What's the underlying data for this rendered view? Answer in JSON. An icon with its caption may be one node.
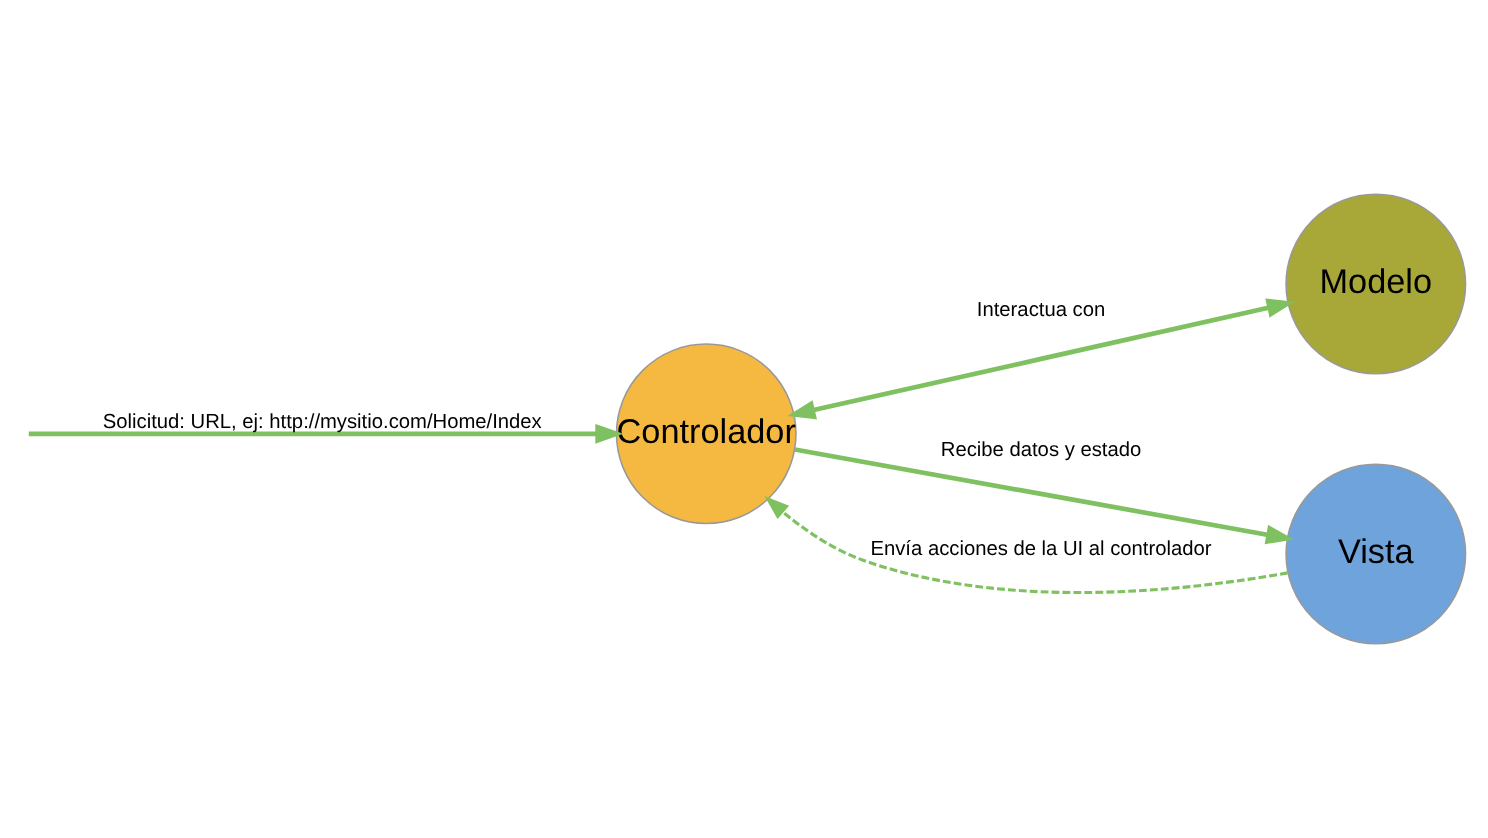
{
  "diagram": {
    "nodes": [
      {
        "text": [
          "Controlador"
        ]
      },
      {
        "text": [
          "Modelo"
        ]
      },
      {
        "text": [
          "Vista"
        ]
      }
    ],
    "edges": [
      {
        "from": null,
        "to": 0,
        "arrow": "to",
        "label": "Solicitud: URL, ej: http://mysitio.com/Home/Index"
      },
      {
        "from": 0,
        "to": 1,
        "arrow": "both",
        "label": "Interactua con"
      },
      {
        "from": 0,
        "to": 2,
        "arrow": "to",
        "label": "Recibe datos y estado"
      },
      {
        "from": 2,
        "to": 0,
        "arrow": "to",
        "style": "dashed",
        "label": "Envía acciones de la UI al controlador"
      }
    ]
  }
}
